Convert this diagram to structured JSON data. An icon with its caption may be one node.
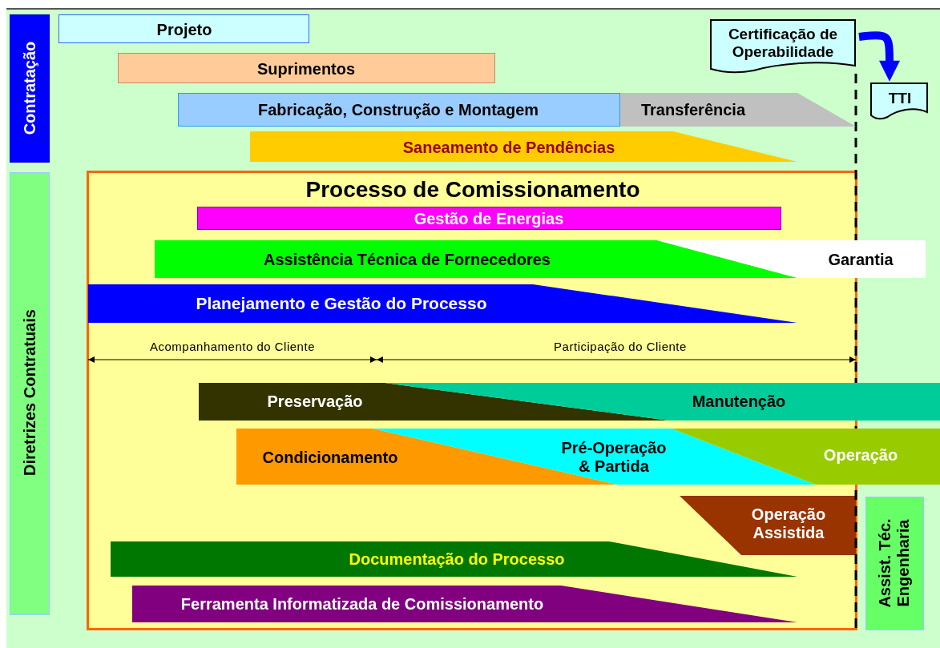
{
  "diagram": {
    "nodes": [
      {
        "text": [
          "Contratação"
        ]
      },
      {
        "text": [
          "Projeto"
        ]
      },
      {
        "text": [
          "Certificação de Operabilidade"
        ]
      },
      {
        "text": [
          "Suprimentos"
        ]
      },
      {
        "text": [
          "TTI"
        ]
      },
      {
        "text": [
          "Fabricação, Construção e Montagem"
        ]
      },
      {
        "text": [
          "Transferência"
        ]
      },
      {
        "text": [
          "Saneamento de Pendências"
        ]
      },
      {
        "text": [
          "Diretrizes Contratuais"
        ]
      },
      {
        "text": [
          "Processo de Comissionamento"
        ]
      },
      {
        "text": [
          "Gestão de Energias"
        ],
        "in": 9
      },
      {
        "text": [
          "Assistência Técnica de Fornecedores"
        ],
        "in": 9
      },
      {
        "text": [
          "Garantia"
        ]
      },
      {
        "text": [
          "Planejamento e Gestão do Processo"
        ],
        "in": 9
      },
      {
        "text": [
          "Preservação"
        ],
        "in": 9
      },
      {
        "text": [
          "Manutenção"
        ]
      },
      {
        "text": [
          "Condicionamento"
        ],
        "in": 9
      },
      {
        "text": [
          "Pré-Operação & Partida"
        ],
        "in": 9
      },
      {
        "text": [
          "Operação"
        ]
      },
      {
        "text": [
          "Operação Assistida"
        ],
        "in": 9
      },
      {
        "text": [
          "Assist. Téc. Engenharia"
        ]
      },
      {
        "text": [
          "Documentação do Processo"
        ],
        "in": 9
      },
      {
        "text": [
          "Ferramenta Informatizada de Comissionamento"
        ],
        "in": 9
      }
    ],
    "edges": [
      {
        "from": 2,
        "to": 4,
        "arrow": "to"
      }
    ],
    "labels": [
      "Acompanhamento do Cliente",
      "Participação do Cliente"
    ]
  }
}
